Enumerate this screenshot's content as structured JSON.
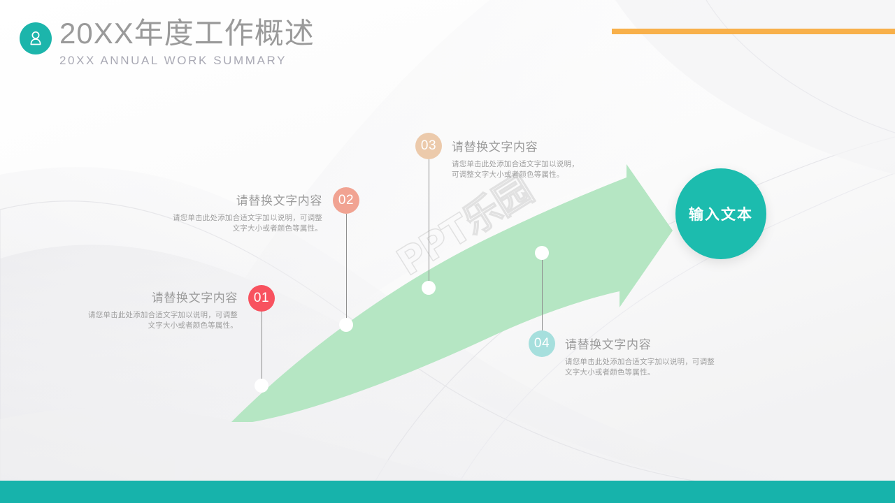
{
  "header": {
    "logo_icon": "user-avatar-icon",
    "title": "20XX年度工作概述",
    "subtitle": "20XX ANNUAL WORK SUMMARY"
  },
  "decor": {
    "top_bar_color": "#f8b04a",
    "bottom_bar_color": "#17b3ab",
    "watermark_text": "PPT乐园",
    "arrow_color": "#b5e6c3"
  },
  "diagram": {
    "end_node": {
      "label": "输入文本",
      "color": "#1cbcae"
    },
    "nodes": [
      {
        "number": "01",
        "color": "#f8525f",
        "heading": "请替换文字内容",
        "desc_line1": "请您单击此处添加合适文字加以说明，可调整",
        "desc_line2": "文字大小或者颜色等属性。",
        "align": "right"
      },
      {
        "number": "02",
        "color": "#f1a392",
        "heading": "请替换文字内容",
        "desc_line1": "请您单击此处添加合适文字加以说明，可调整",
        "desc_line2": "文字大小或者颜色等属性。",
        "align": "right"
      },
      {
        "number": "03",
        "color": "#eccaab",
        "heading": "请替换文字内容",
        "desc_line1": "请您单击此处添加合适文字加以说明，",
        "desc_line2": "可调整文字大小或者颜色等属性。",
        "align": "left"
      },
      {
        "number": "04",
        "color": "#a6dfdd",
        "heading": "请替换文字内容",
        "desc_line1": "请您单击此处添加合适文字加以说明，可调整",
        "desc_line2": "文字大小或者颜色等属性。",
        "align": "left"
      }
    ]
  }
}
